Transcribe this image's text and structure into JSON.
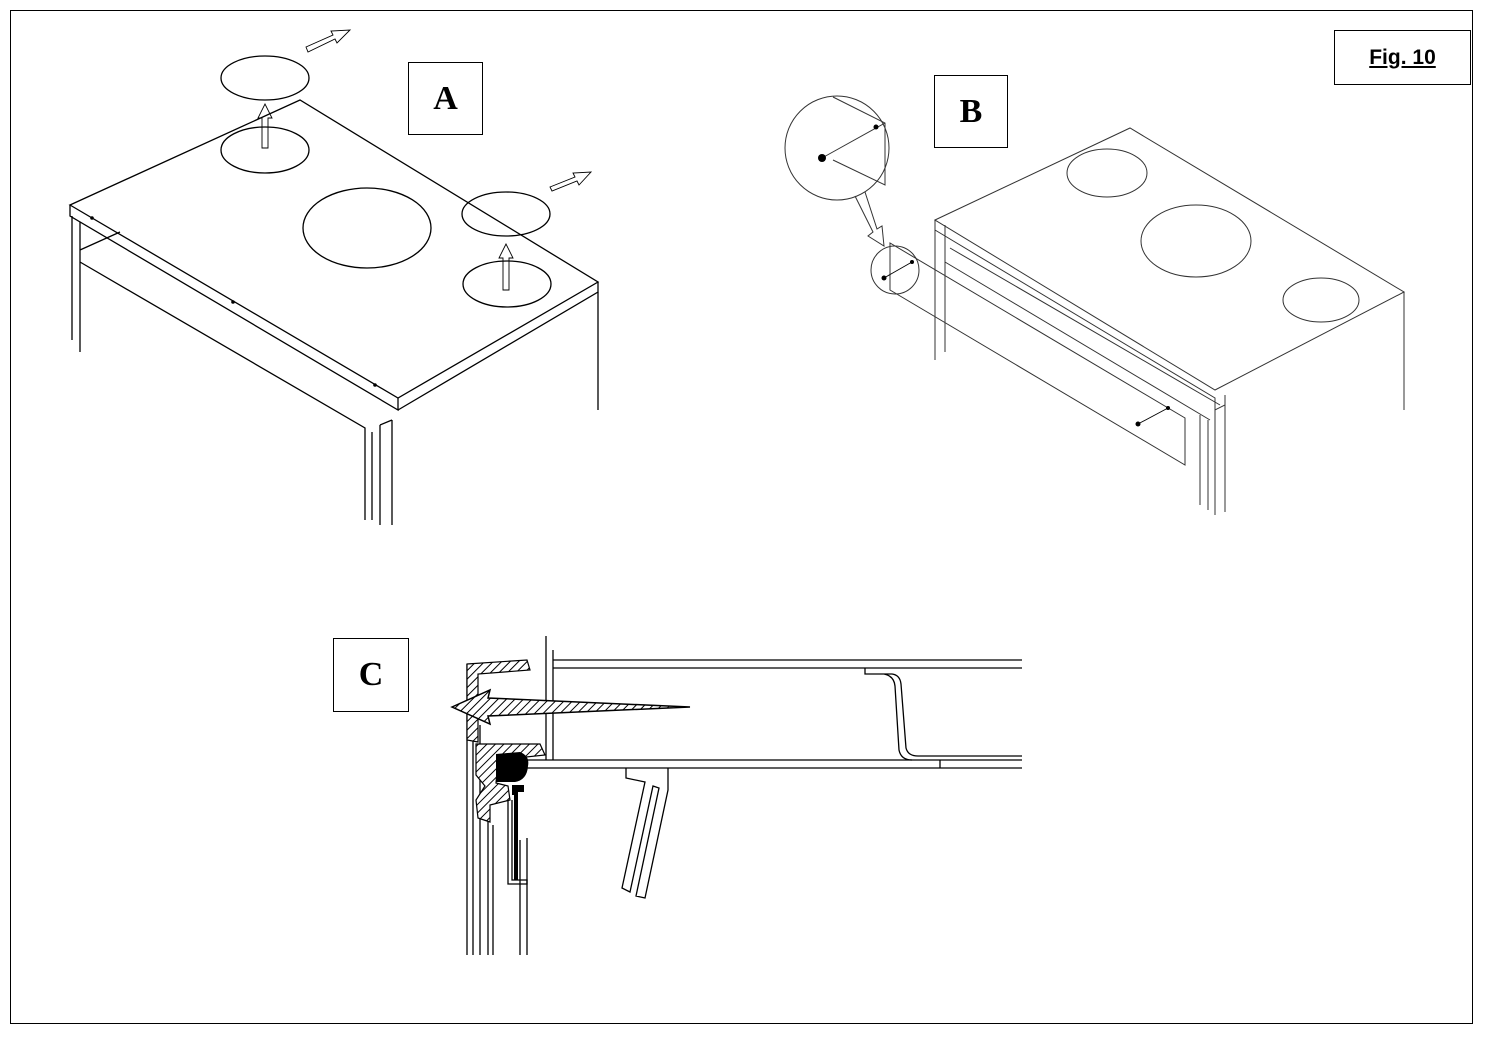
{
  "figure": {
    "title": "Fig. 10",
    "panels": [
      {
        "id": "A",
        "label": "A"
      },
      {
        "id": "B",
        "label": "B"
      },
      {
        "id": "C",
        "label": "C"
      }
    ]
  },
  "icons": [
    "lift-arrow-icon",
    "slide-arrow-icon",
    "screw-icon",
    "magnifier-callout-icon",
    "hatched-arrow-icon"
  ]
}
